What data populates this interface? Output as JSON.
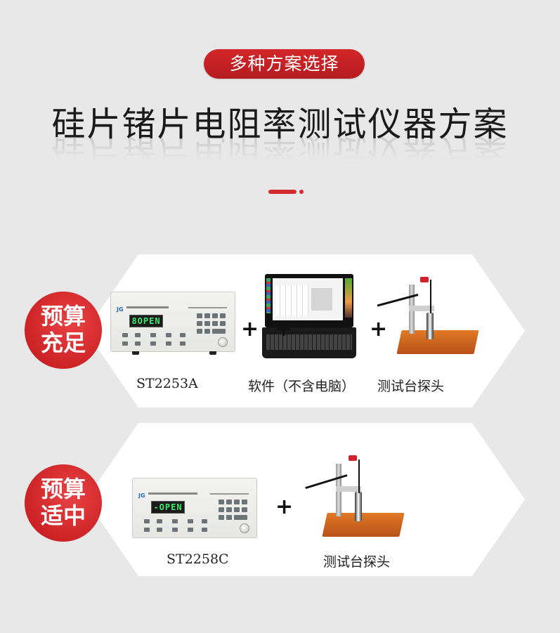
{
  "header": {
    "pill_label": "多种方案选择",
    "title": "硅片锗片电阻率测试仪器方案"
  },
  "colors": {
    "accent_red": "#d32a2e",
    "background": "#e9e8e8",
    "card": "#ffffff",
    "display_green": "#3de86a"
  },
  "plans": [
    {
      "badge_line1": "预算",
      "badge_line2": "充足",
      "items": [
        {
          "label": "ST2253A",
          "icon": "resistivity-meter-icon",
          "display": "8OPEN"
        },
        {
          "label": "软件（不含电脑）",
          "icon": "laptop-software-icon"
        },
        {
          "label": "测试台探头",
          "icon": "probe-stand-icon"
        }
      ],
      "separator": "+"
    },
    {
      "badge_line1": "预算",
      "badge_line2": "适中",
      "items": [
        {
          "label": "ST2258C",
          "icon": "resistivity-meter-icon",
          "display": "-OPEN"
        },
        {
          "label": "测试台探头",
          "icon": "probe-stand-icon"
        }
      ],
      "separator": "+"
    }
  ]
}
